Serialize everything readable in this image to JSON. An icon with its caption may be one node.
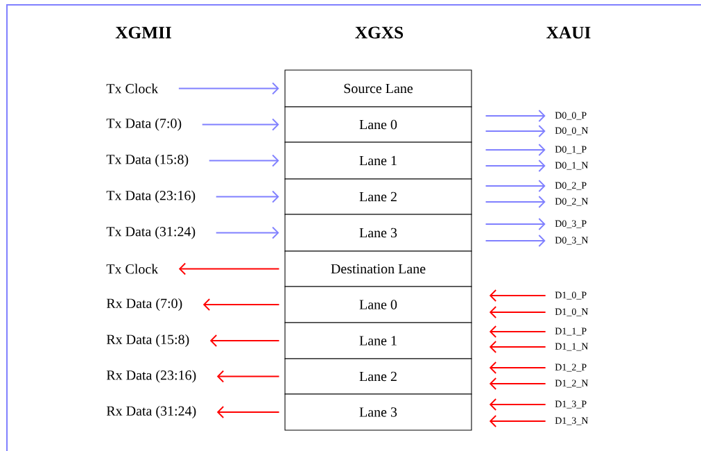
{
  "diagram": {
    "nodes": [
      {
        "text": [
          "Tx Clock"
        ]
      },
      {
        "text": [
          "Tx Data (7:0)"
        ]
      },
      {
        "text": [
          "Tx Data (15:8)"
        ]
      },
      {
        "text": [
          "Tx Data (23:16)"
        ]
      },
      {
        "text": [
          "Tx Data (31:24)"
        ]
      },
      {
        "text": [
          "Tx Clock"
        ]
      },
      {
        "text": [
          "Rx Data (7:0)"
        ]
      },
      {
        "text": [
          "Rx Data (15:8)"
        ]
      },
      {
        "text": [
          "Rx Data (23:16)"
        ]
      },
      {
        "text": [
          "Rx Data (31:24)"
        ]
      },
      {
        "text": [
          "Source Lane"
        ]
      },
      {
        "text": [
          "Lane 0"
        ]
      },
      {
        "text": [
          "Lane 1"
        ]
      },
      {
        "text": [
          "Lane 2"
        ]
      },
      {
        "text": [
          "Lane 3"
        ]
      },
      {
        "text": [
          "Destination Lane"
        ]
      },
      {
        "text": [
          "Lane 0"
        ]
      },
      {
        "text": [
          "Lane 1"
        ]
      },
      {
        "text": [
          "Lane 2"
        ]
      },
      {
        "text": [
          "Lane 3"
        ]
      },
      {
        "text": [
          "D0_0_P"
        ]
      },
      {
        "text": [
          "D0_0_N"
        ]
      },
      {
        "text": [
          "D0_1_P"
        ]
      },
      {
        "text": [
          "D0_1_N"
        ]
      },
      {
        "text": [
          "D0_2_P"
        ]
      },
      {
        "text": [
          "D0_2_N"
        ]
      },
      {
        "text": [
          "D0_3_P"
        ]
      },
      {
        "text": [
          "D0_3_N"
        ]
      },
      {
        "text": [
          "D1_0_P"
        ]
      },
      {
        "text": [
          "D1_0_N"
        ]
      },
      {
        "text": [
          "D1_1_P"
        ]
      },
      {
        "text": [
          "D1_1_N"
        ]
      },
      {
        "text": [
          "D1_2_P"
        ]
      },
      {
        "text": [
          "D1_2_N"
        ]
      },
      {
        "text": [
          "D1_3_P"
        ]
      },
      {
        "text": [
          "D1_3_N"
        ]
      }
    ],
    "edges": [
      {
        "from": 0,
        "to": 10,
        "arrow": "to",
        "color": "#8080ff"
      },
      {
        "from": 1,
        "to": 11,
        "arrow": "to",
        "color": "#8080ff"
      },
      {
        "from": 2,
        "to": 12,
        "arrow": "to",
        "color": "#8080ff"
      },
      {
        "from": 3,
        "to": 13,
        "arrow": "to",
        "color": "#8080ff"
      },
      {
        "from": 4,
        "to": 14,
        "arrow": "to",
        "color": "#8080ff"
      },
      {
        "from": 15,
        "to": 5,
        "arrow": "to",
        "color": "#ff0000"
      },
      {
        "from": 16,
        "to": 6,
        "arrow": "to",
        "color": "#ff0000"
      },
      {
        "from": 17,
        "to": 7,
        "arrow": "to",
        "color": "#ff0000"
      },
      {
        "from": 18,
        "to": 8,
        "arrow": "to",
        "color": "#ff0000"
      },
      {
        "from": 19,
        "to": 9,
        "arrow": "to",
        "color": "#ff0000"
      },
      {
        "from": 11,
        "to": 20,
        "arrow": "to",
        "color": "#8080ff"
      },
      {
        "from": 11,
        "to": 21,
        "arrow": "to",
        "color": "#8080ff"
      },
      {
        "from": 12,
        "to": 22,
        "arrow": "to",
        "color": "#8080ff"
      },
      {
        "from": 12,
        "to": 23,
        "arrow": "to",
        "color": "#8080ff"
      },
      {
        "from": 13,
        "to": 24,
        "arrow": "to",
        "color": "#8080ff"
      },
      {
        "from": 13,
        "to": 25,
        "arrow": "to",
        "color": "#8080ff"
      },
      {
        "from": 14,
        "to": 26,
        "arrow": "to",
        "color": "#8080ff"
      },
      {
        "from": 14,
        "to": 27,
        "arrow": "to",
        "color": "#8080ff"
      },
      {
        "from": 28,
        "to": 16,
        "arrow": "to",
        "color": "#ff0000"
      },
      {
        "from": 29,
        "to": 16,
        "arrow": "to",
        "color": "#ff0000"
      },
      {
        "from": 30,
        "to": 17,
        "arrow": "to",
        "color": "#ff0000"
      },
      {
        "from": 31,
        "to": 17,
        "arrow": "to",
        "color": "#ff0000"
      },
      {
        "from": 32,
        "to": 18,
        "arrow": "to",
        "color": "#ff0000"
      },
      {
        "from": 33,
        "to": 18,
        "arrow": "to",
        "color": "#ff0000"
      },
      {
        "from": 34,
        "to": 19,
        "arrow": "to",
        "color": "#ff0000"
      },
      {
        "from": 35,
        "to": 19,
        "arrow": "to",
        "color": "#ff0000"
      }
    ],
    "labels": [
      "XGMII",
      "XGXS",
      "XAUI"
    ]
  }
}
